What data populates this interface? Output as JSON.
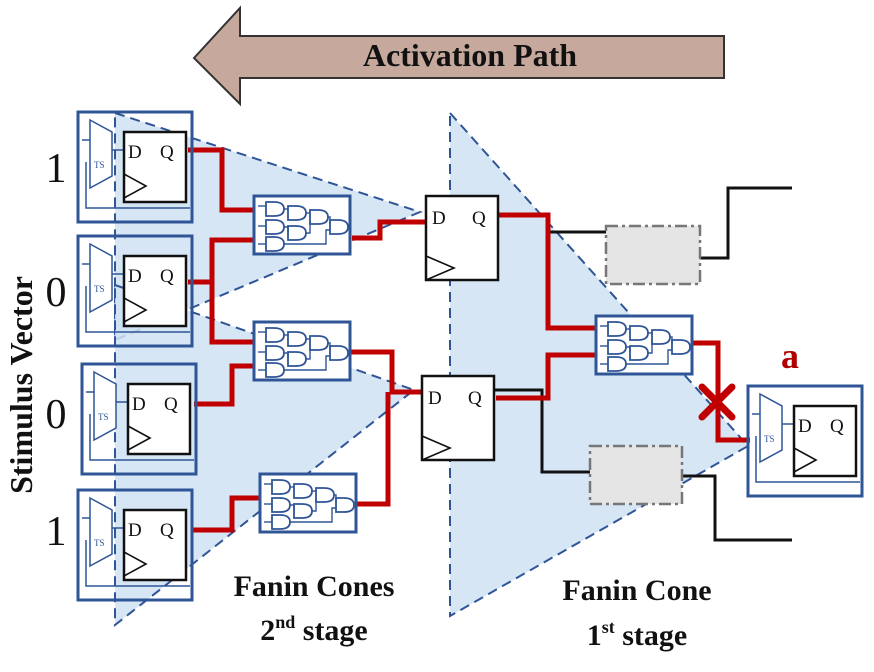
{
  "banner": {
    "text": "Activation Path"
  },
  "axis": {
    "label": "Stimulus Vector"
  },
  "stimulus": [
    "1",
    "0",
    "0",
    "1"
  ],
  "flipflop": {
    "d": "D",
    "q": "Q",
    "ts": "TS"
  },
  "cones": {
    "second": {
      "line1": "Fanin Cones",
      "line2_pre": "2",
      "line2_sup": "nd",
      "line2_post": " stage"
    },
    "first": {
      "line1": "Fanin Cone",
      "line2_pre": "1",
      "line2_sup": "st",
      "line2_post": " stage"
    }
  },
  "target": {
    "label": "a"
  },
  "colors": {
    "path": "#c00000",
    "cone_fill": "#cfe2f3",
    "box_stroke": "#2f5597",
    "arrow_fill": "#c6a99c",
    "dashed_box": "#e5e5e5",
    "label_red": "#b00000"
  }
}
